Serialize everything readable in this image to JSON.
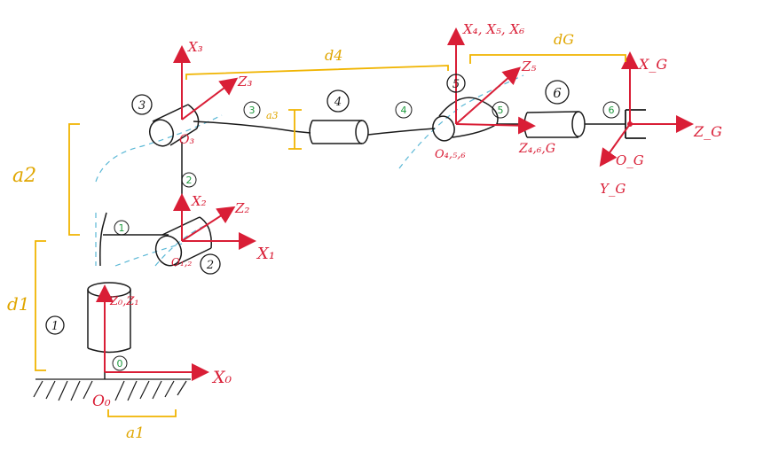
{
  "colors": {
    "ink": "#1a1a1a",
    "axis": "#d91e36",
    "dim": "#f0b400",
    "link": "#1e9b3e",
    "dashed": "#5bb8d6"
  },
  "frames": {
    "f0": {
      "x": "X₀",
      "origin": "O₀",
      "z": "Z₀,Z₁"
    },
    "f1": {
      "x": "X₁"
    },
    "f2": {
      "x": "X₂",
      "z": "Z₂",
      "origin": "O₁,₂"
    },
    "f3": {
      "x": "X₃",
      "z": "Z₃",
      "origin": "O₃"
    },
    "f456": {
      "x": "X₄, X₅, X₆",
      "z5": "Z₅",
      "z46": "Z₄,₆,G",
      "origin": "O₄,₅,₆"
    },
    "fG": {
      "x": "X_G",
      "z": "Z_G",
      "y": "Y_G",
      "origin": "O_G"
    }
  },
  "links": [
    "0",
    "1",
    "2",
    "3",
    "4",
    "5",
    "6"
  ],
  "joints": [
    "1",
    "2",
    "3",
    "4",
    "5",
    "6"
  ],
  "dims": {
    "d1": "d1",
    "a1": "a1",
    "a2": "a2",
    "a3": "a3",
    "d4": "d4",
    "dG": "dG"
  }
}
